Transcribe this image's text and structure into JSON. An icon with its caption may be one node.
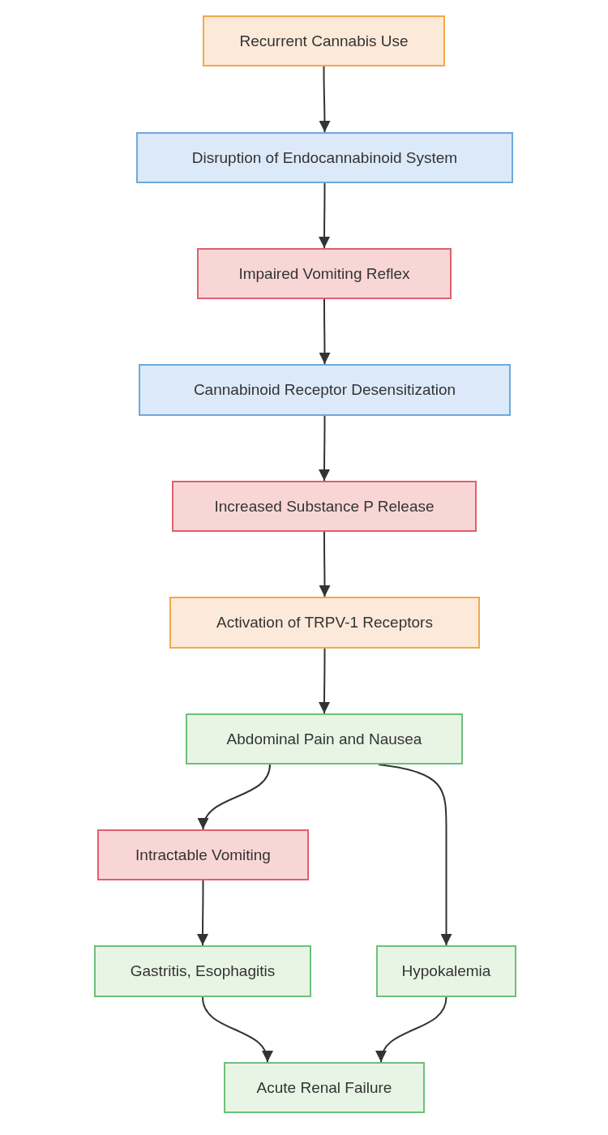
{
  "diagram": {
    "nodes": [
      {
        "text": [
          "Recurrent Cannabis Use"
        ]
      },
      {
        "text": [
          "Disruption of Endocannabinoid System"
        ]
      },
      {
        "text": [
          "Impaired Vomiting Reflex"
        ]
      },
      {
        "text": [
          "Cannabinoid Receptor Desensitization"
        ]
      },
      {
        "text": [
          "Increased Substance P Release"
        ]
      },
      {
        "text": [
          "Activation of TRPV-1 Receptors"
        ]
      },
      {
        "text": [
          "Abdominal Pain and Nausea"
        ]
      },
      {
        "text": [
          "Intractable Vomiting"
        ]
      },
      {
        "text": [
          "Gastritis, Esophagitis"
        ]
      },
      {
        "text": [
          "Hypokalemia"
        ]
      },
      {
        "text": [
          "Acute Renal Failure"
        ]
      }
    ],
    "edges": [
      {
        "from": 0,
        "to": 1,
        "arrow": "to"
      },
      {
        "from": 1,
        "to": 2,
        "arrow": "to"
      },
      {
        "from": 2,
        "to": 3,
        "arrow": "to"
      },
      {
        "from": 3,
        "to": 4,
        "arrow": "to"
      },
      {
        "from": 4,
        "to": 5,
        "arrow": "to"
      },
      {
        "from": 5,
        "to": 6,
        "arrow": "to"
      },
      {
        "from": 6,
        "to": 7,
        "arrow": "to"
      },
      {
        "from": 6,
        "to": 9,
        "arrow": "to"
      },
      {
        "from": 7,
        "to": 8,
        "arrow": "to"
      },
      {
        "from": 8,
        "to": 10,
        "arrow": "to"
      },
      {
        "from": 9,
        "to": 10,
        "arrow": "to"
      }
    ]
  }
}
